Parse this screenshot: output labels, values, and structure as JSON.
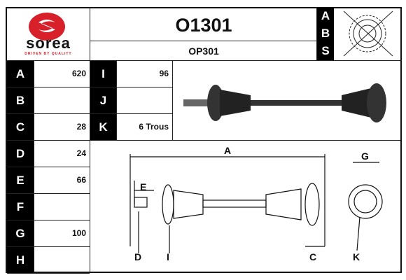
{
  "brand": {
    "name": "sorea",
    "tagline": "DRIVEN BY QUALITY",
    "color": "#d8202a"
  },
  "header": {
    "reference": "O1301",
    "sub_reference": "OP301",
    "abs_letters": [
      "A",
      "B",
      "S"
    ]
  },
  "specs_left": [
    {
      "letter": "A",
      "value": "620"
    },
    {
      "letter": "B",
      "value": ""
    },
    {
      "letter": "C",
      "value": "28"
    },
    {
      "letter": "D",
      "value": "24"
    },
    {
      "letter": "E",
      "value": "66"
    },
    {
      "letter": "F",
      "value": ""
    },
    {
      "letter": "G",
      "value": "100"
    },
    {
      "letter": "H",
      "value": ""
    }
  ],
  "specs_right": [
    {
      "letter": "I",
      "value": "96"
    },
    {
      "letter": "J",
      "value": ""
    },
    {
      "letter": "K",
      "value": "6 Trous"
    }
  ],
  "diagram_labels": {
    "A": "A",
    "G": "G",
    "E": "E",
    "D": "D",
    "I": "I",
    "C": "C",
    "K": "K"
  }
}
